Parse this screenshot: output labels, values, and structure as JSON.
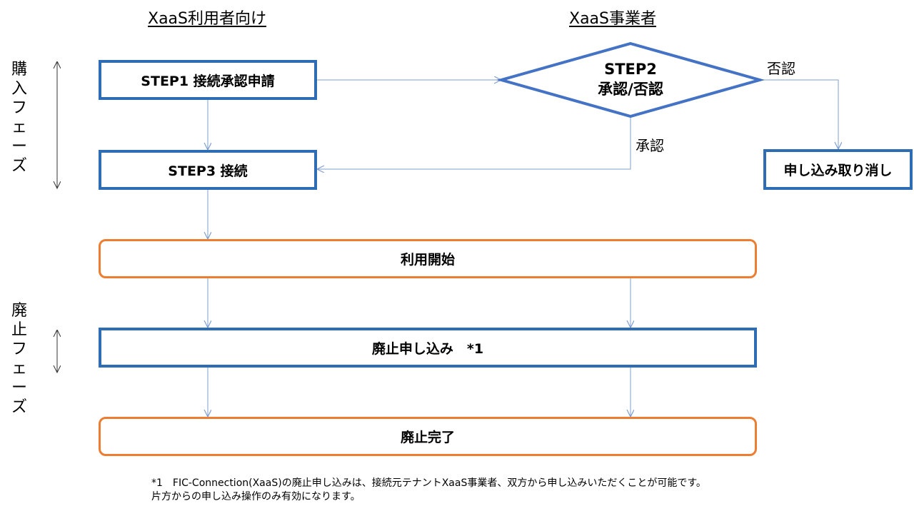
{
  "columns": {
    "user": "XaaS利用者向け",
    "provider": "XaaS事業者"
  },
  "phases": {
    "purchase": "購入フェーズ",
    "cancel": "廃止フェーズ"
  },
  "steps": {
    "step1": "STEP1 接続承認申請",
    "step2_line1": "STEP2",
    "step2_line2": "承認/否認",
    "step3": "STEP3 接続",
    "cancel_application": "申し込み取り消し",
    "start_use": "利用開始",
    "abolish_request": "廃止申し込み　*1",
    "abolish_complete": "廃止完了"
  },
  "edges": {
    "reject": "否認",
    "approve": "承認"
  },
  "footnote": {
    "line1": "*1　FIC-Connection(XaaS)の廃止申し込みは、接続元テナントXaaS事業者、双方から申し込みいただくことが可能です。",
    "line2": "片方からの申し込み操作のみ有効になります。"
  },
  "colors": {
    "blue_border": "#2e6db3",
    "orange_border": "#ed7d31",
    "connector": "#7f9fcf"
  }
}
